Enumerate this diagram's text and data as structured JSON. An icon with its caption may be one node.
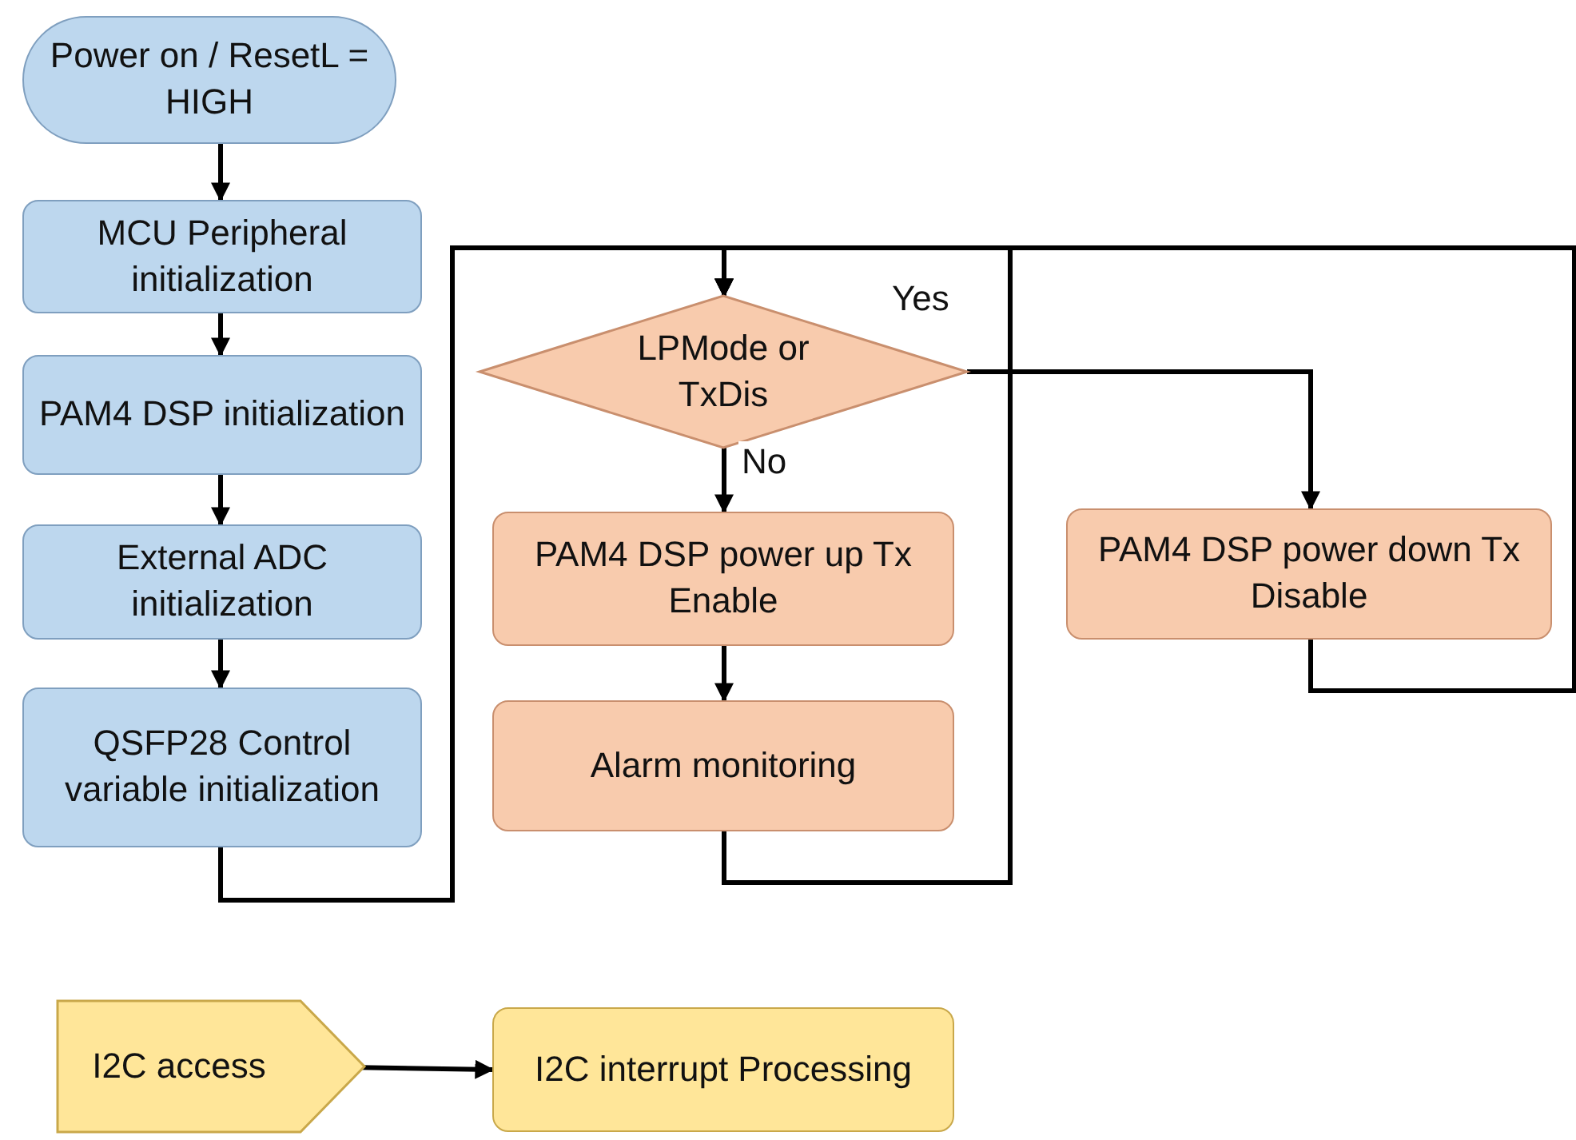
{
  "diagram": {
    "nodes": [
      {
        "text": [
          "Power on / ResetL = HIGH"
        ]
      },
      {
        "text": [
          "MCU Peripheral initialization"
        ]
      },
      {
        "text": [
          "PAM4 DSP initialization"
        ]
      },
      {
        "text": [
          "External ADC initialization"
        ]
      },
      {
        "text": [
          "QSFP28 Control variable initialization"
        ]
      },
      {
        "text": [
          "LPMode or TxDis"
        ]
      },
      {
        "text": [
          "PAM4 DSP power up Tx Enable"
        ]
      },
      {
        "text": [
          "Alarm monitoring"
        ]
      },
      {
        "text": [
          "PAM4 DSP power down Tx Disable"
        ]
      },
      {
        "text": [
          "I2C access"
        ]
      },
      {
        "text": [
          "I2C interrupt Processing"
        ]
      }
    ],
    "edges": [
      {
        "from": 0,
        "to": 1,
        "arrow": "to"
      },
      {
        "from": 1,
        "to": 2,
        "arrow": "to"
      },
      {
        "from": 2,
        "to": 3,
        "arrow": "to"
      },
      {
        "from": 3,
        "to": 4,
        "arrow": "to"
      },
      {
        "from": 4,
        "to": 5,
        "arrow": "to"
      },
      {
        "from": 5,
        "to": 6,
        "label": "No",
        "arrow": "to"
      },
      {
        "from": 5,
        "to": 8,
        "label": "Yes",
        "arrow": "to"
      },
      {
        "from": 6,
        "to": 7,
        "arrow": "to"
      },
      {
        "from": 7,
        "to": 5,
        "arrow": "to"
      },
      {
        "from": 8,
        "to": 5,
        "arrow": "to"
      },
      {
        "from": 9,
        "to": 10,
        "arrow": "to"
      }
    ]
  }
}
